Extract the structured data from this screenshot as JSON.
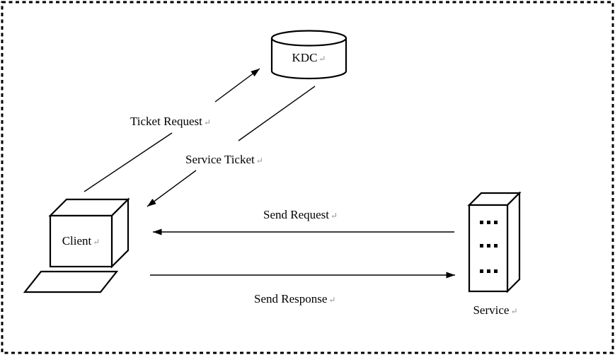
{
  "nodes": {
    "kdc": {
      "label": "KDC",
      "shape": "cylinder"
    },
    "client": {
      "label": "Client",
      "shape": "computer"
    },
    "service": {
      "label": "Service",
      "shape": "server"
    }
  },
  "edges": {
    "ticket_request": {
      "label": "Ticket Request",
      "from": "client",
      "to": "kdc"
    },
    "service_ticket": {
      "label": "Service Ticket",
      "from": "kdc",
      "to": "client"
    },
    "send_request": {
      "label": "Send Request",
      "from": "service",
      "to": "client"
    },
    "send_response": {
      "label": "Send Response",
      "from": "client",
      "to": "service"
    }
  },
  "glyphs": {
    "return_mark": "↵"
  },
  "colors": {
    "line": "#000000",
    "background": "#ffffff",
    "return_mark": "#8f8f8f",
    "border": "#000000"
  }
}
